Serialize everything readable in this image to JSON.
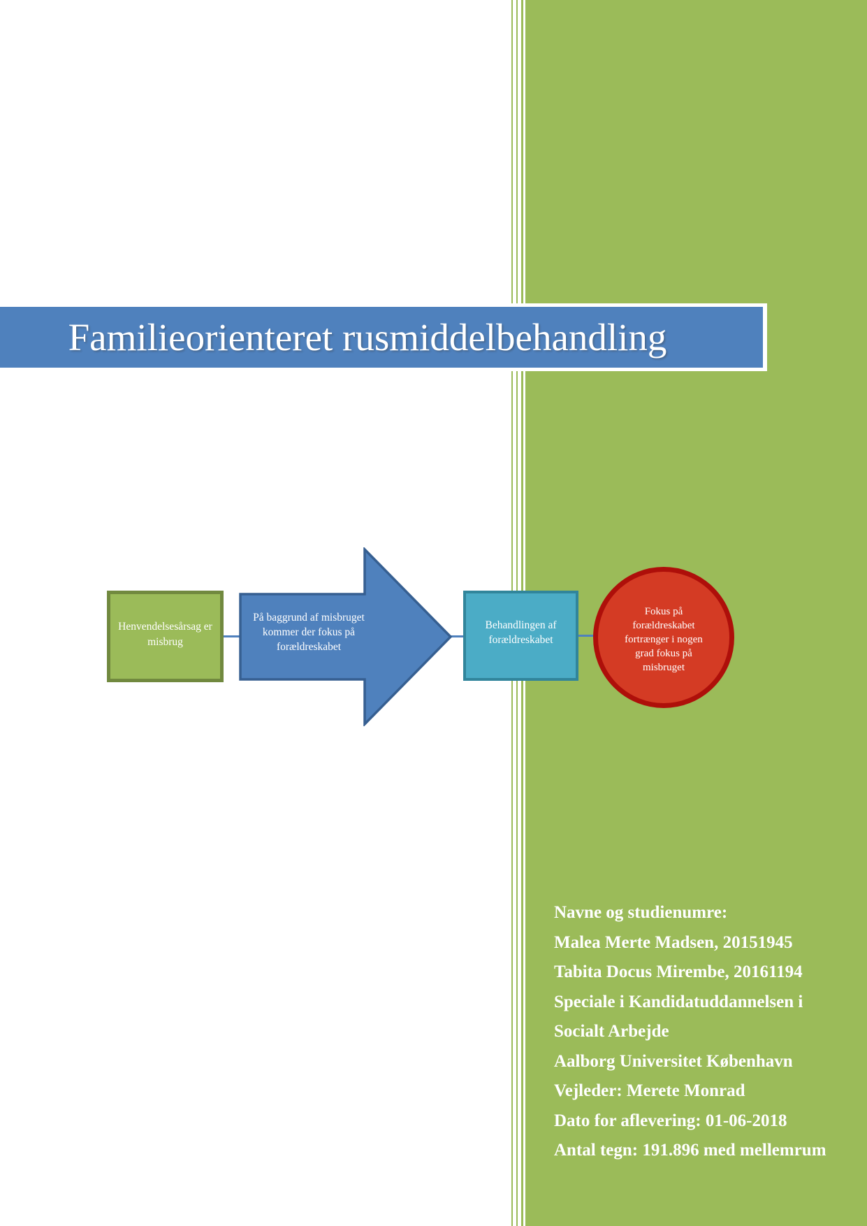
{
  "title": {
    "text": "Familieorienteret rusmiddelbehandling"
  },
  "colors": {
    "sidebar_green": "#9BBB59",
    "banner_blue": "#4F81BD",
    "cause_box_fill": "#9BBB59",
    "cause_box_border": "#71893F",
    "arrow_fill": "#4F81BD",
    "arrow_border": "#365F91",
    "treatment_box_fill": "#4BACC6",
    "treatment_box_border": "#31859B",
    "outcome_circle_fill": "#D43B24",
    "outcome_circle_border": "#AE0F0A",
    "shape_text": "#FFFFFF"
  },
  "diagram": {
    "nodes": [
      {
        "shape": "rectangle",
        "label": "Henvendelsesårsag er misbrug"
      },
      {
        "shape": "block-arrow",
        "label": "På baggrund af misbruget kommer der fokus på forældreskabet"
      },
      {
        "shape": "rectangle",
        "label": "Behandlingen af forældreskabet"
      },
      {
        "shape": "circle",
        "label": "Fokus på forældreskabet fortrænger i nogen grad fokus på misbruget"
      }
    ]
  },
  "info_block": {
    "lines": [
      "Navne og studienumre:",
      "Malea Merte Madsen, 20151945",
      "Tabita Docus Mirembe, 20161194",
      "Speciale i Kandidatuddannelsen i",
      "Socialt Arbejde",
      "Aalborg Universitet København",
      "Vejleder: Merete Monrad",
      "Dato for aflevering: 01-06-2018",
      "Antal tegn: 191.896 med mellemrum"
    ]
  }
}
